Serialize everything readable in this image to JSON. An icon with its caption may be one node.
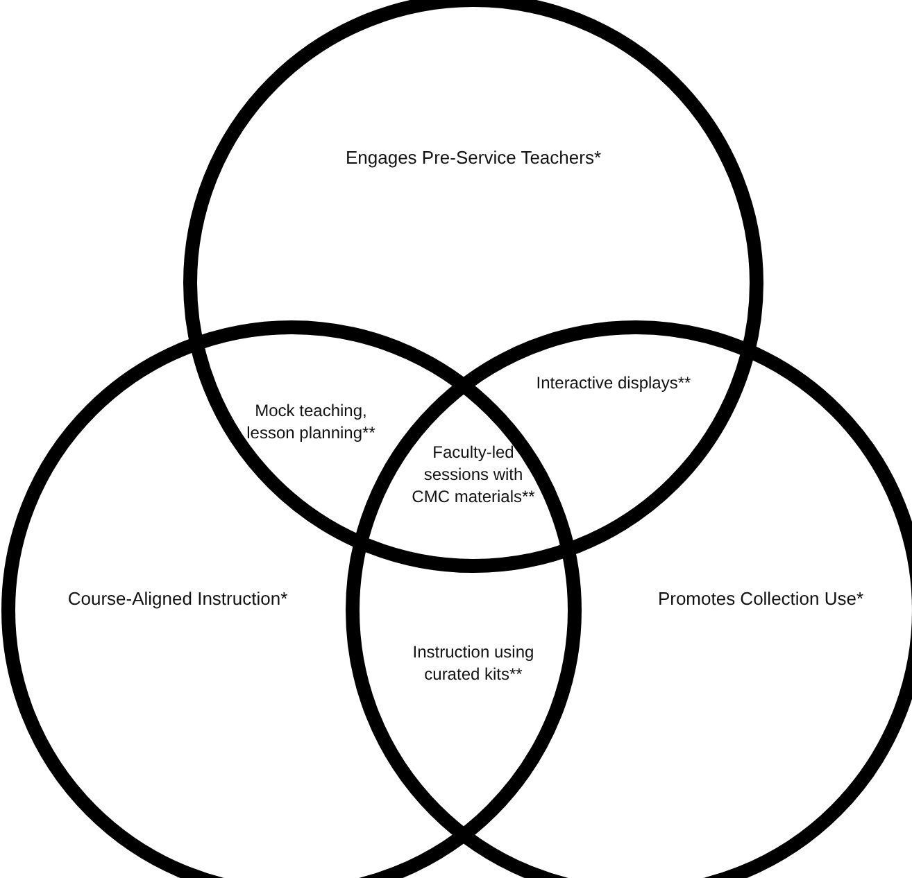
{
  "diagram": {
    "nodes": [
      {
        "text": [
          "Engages Pre-Service Teachers*"
        ]
      },
      {
        "text": [
          "Course-Aligned Instruction*"
        ]
      },
      {
        "text": [
          "Promotes Collection Use*"
        ]
      }
    ],
    "labels": [
      "Mock teaching, lesson planning**",
      "Interactive displays**",
      "Faculty-led sessions with CMC materials**",
      "Instruction using curated kits**"
    ]
  }
}
